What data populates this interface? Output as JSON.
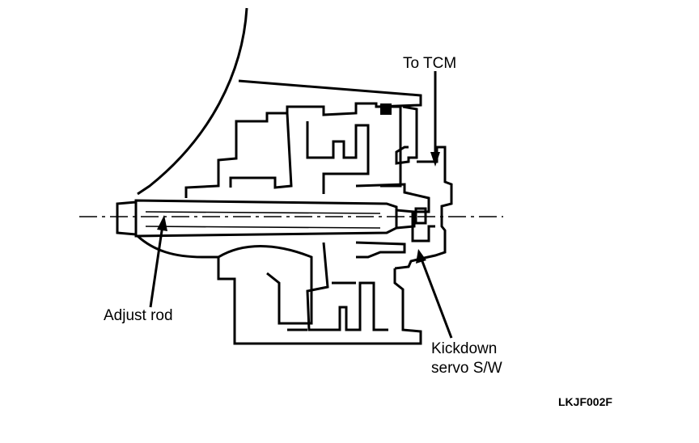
{
  "labels": {
    "to_tcm": "To TCM",
    "adjust_rod": "Adjust rod",
    "kickdown_line1": "Kickdown",
    "kickdown_line2": "servo S/W",
    "figure_code": "LKJF002F"
  }
}
